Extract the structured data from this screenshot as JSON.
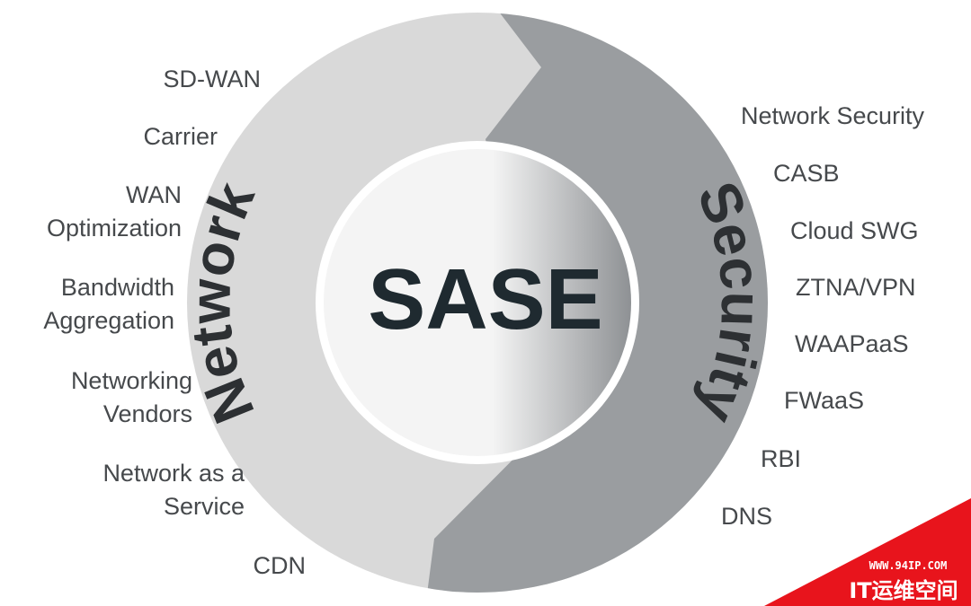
{
  "diagram": {
    "center_label": "SASE",
    "left_arc_label": "Network",
    "right_arc_label": "Security",
    "left_items": [
      [
        "SD-WAN"
      ],
      [
        "Carrier"
      ],
      [
        "WAN",
        "Optimization"
      ],
      [
        "Bandwidth",
        "Aggregation"
      ],
      [
        "Networking",
        "Vendors"
      ],
      [
        "Network as a",
        "Service"
      ],
      [
        "CDN"
      ]
    ],
    "right_items": [
      [
        "Network Security"
      ],
      [
        "CASB"
      ],
      [
        "Cloud SWG"
      ],
      [
        "ZTNA/VPN"
      ],
      [
        "WAAPaaS"
      ],
      [
        "FWaaS"
      ],
      [
        "RBI"
      ],
      [
        "DNS"
      ]
    ]
  },
  "watermark": {
    "url": "WWW.94IP.COM",
    "brand": "IT运维空间"
  },
  "colors": {
    "network_segment": "#d9d9d9",
    "security_segment": "#9a9da0",
    "center_gradient_light": "#f4f4f4",
    "center_gradient_dark": "#8e9194",
    "center_text": "#1f2a30",
    "arc_text": "#2d3033",
    "label_text": "#46494c",
    "watermark_red": "#e8141c"
  }
}
